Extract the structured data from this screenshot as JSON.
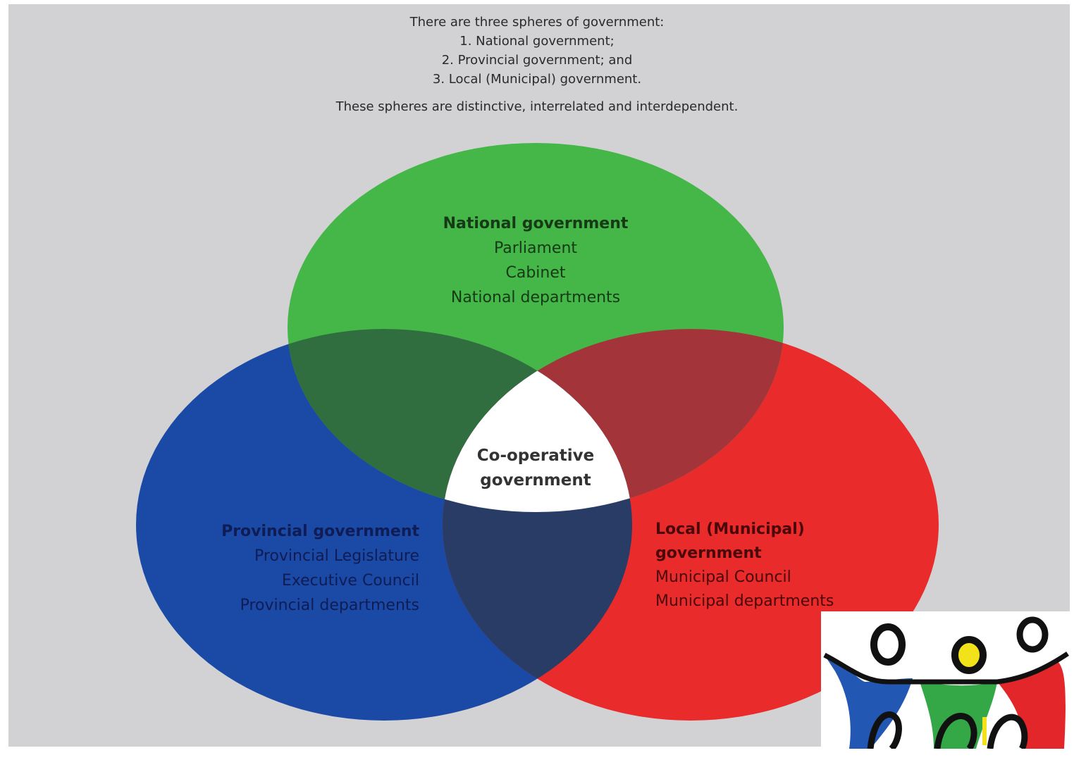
{
  "intro": {
    "heading": "There are three spheres of government:",
    "items": [
      "1.  National government;",
      "2.  Provincial government; and",
      "3.  Local (Municipal) government."
    ],
    "note": "These spheres are distinctive, interrelated and interdependent."
  },
  "spheres": {
    "national": {
      "title": "National government",
      "lines": [
        "Parliament",
        "Cabinet",
        "National departments"
      ],
      "color": "#45b648"
    },
    "provincial": {
      "title": "Provincial government",
      "lines": [
        "Provincial Legislature",
        "Executive Council",
        "Provincial departments"
      ],
      "color": "#1a4aa5"
    },
    "local": {
      "title_lines": [
        "Local (Municipal)",
        "government"
      ],
      "lines": [
        "Municipal Council",
        "Municipal departments"
      ],
      "color": "#ea2b2b"
    }
  },
  "center": {
    "lines": [
      "Co-operative",
      "government"
    ]
  },
  "overlap_colors": {
    "national_provincial": "#306e3f",
    "national_local": "#a3353a",
    "provincial_local": "#283c66"
  },
  "logo": {
    "figures": [
      "blue-person-icon",
      "green-person-icon",
      "red-person-icon"
    ],
    "colors": [
      "#2257b3",
      "#34a846",
      "#e2262a",
      "#f2e21a"
    ]
  }
}
